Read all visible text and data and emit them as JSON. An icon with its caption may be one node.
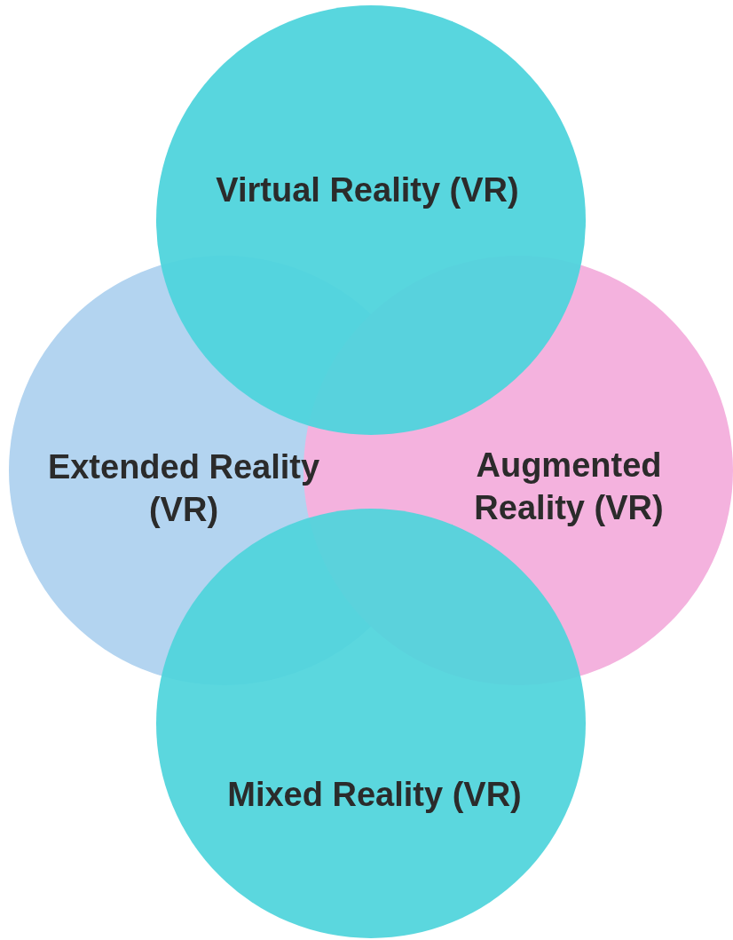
{
  "diagram": {
    "nodes": [
      {
        "text": [
          "Virtual Reality (VR)"
        ]
      },
      {
        "text": [
          "Extended Reality (VR)"
        ]
      },
      {
        "text": [
          "Augmented Reality (VR)"
        ]
      },
      {
        "text": [
          "Mixed Reality (VR)"
        ]
      }
    ]
  }
}
